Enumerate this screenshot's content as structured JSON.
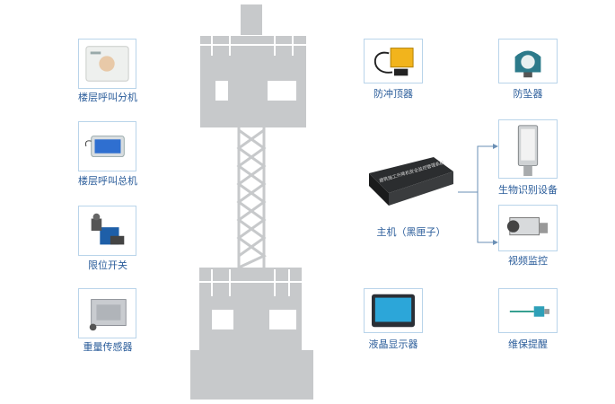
{
  "devices": {
    "floor_call_sub": "楼层呼叫分机",
    "floor_call_main": "楼层呼叫总机",
    "limit_switch": "限位开关",
    "weight_sensor": "重量传感器",
    "anti_top": "防冲顶器",
    "anti_fall": "防坠器",
    "main_unit": "主机（黑匣子）",
    "biometric": "生物识别设备",
    "video": "视频监控",
    "lcd": "液晶显示器",
    "maintenance": "维保提醒"
  },
  "main_unit_screen_text": "建筑施工升降机安全监控管理系统",
  "colors": {
    "tower": "#c7c9cb",
    "border": "#b9d4ea",
    "label": "#2a5c9a",
    "arrow": "#6a8fb5"
  }
}
